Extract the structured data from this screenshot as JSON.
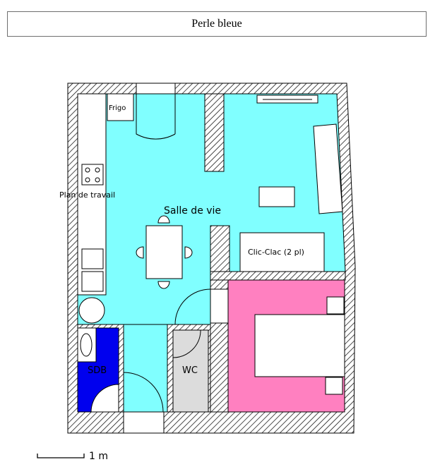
{
  "title": "Perle bleue",
  "labels": {
    "frigo": "Frigo",
    "plan_de_travail": "Plan de travail",
    "salle_de_vie": "Salle de vie",
    "clic_clac": "Clic-Clac (2 pl)",
    "sdb": "SDB",
    "wc": "WC"
  },
  "scale": {
    "label": "1 m"
  },
  "colors": {
    "living_room": "#80ffff",
    "bathroom": "#0000ee",
    "bedroom": "#ff80c0",
    "wc": "#dcdcdc",
    "wall_hatch": "#000000"
  }
}
